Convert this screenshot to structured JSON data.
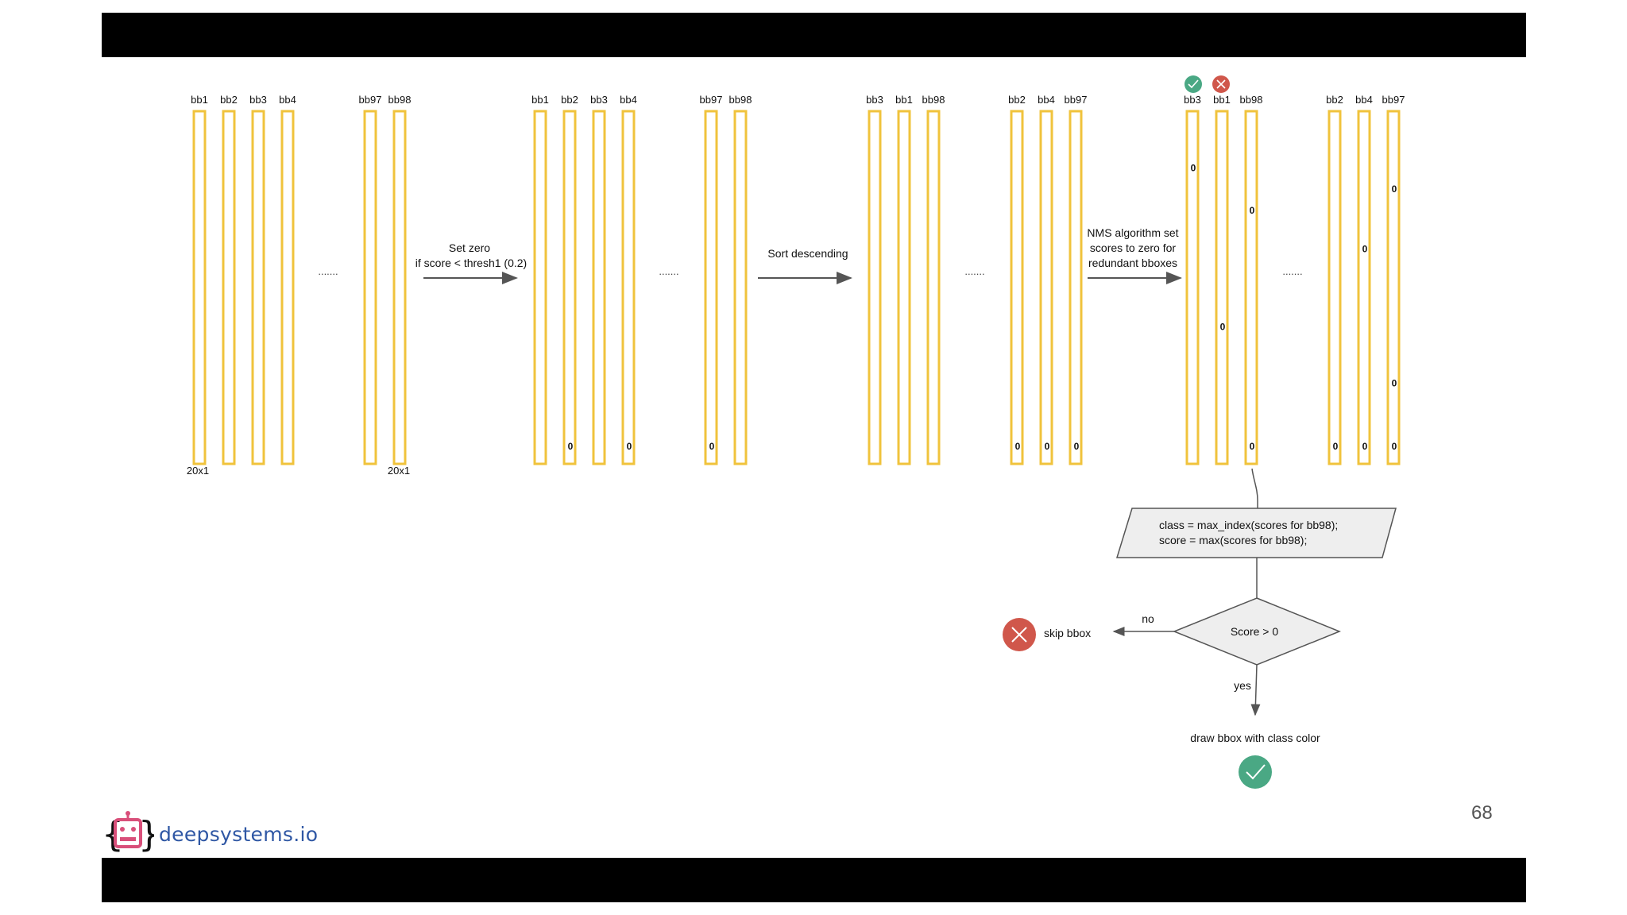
{
  "groups": [
    {
      "labels": [
        "bb1",
        "bb2",
        "bb3",
        "bb4",
        "bb97",
        "bb98"
      ],
      "zeros": [
        [],
        [],
        [],
        [],
        [],
        []
      ],
      "dims": [
        "20x1",
        "20x1"
      ]
    },
    {
      "labels": [
        "bb1",
        "bb2",
        "bb3",
        "bb4",
        "bb97",
        "bb98"
      ],
      "zeros": [
        [],
        [
          0.96
        ],
        [],
        [
          0.96
        ],
        [
          0.96
        ],
        []
      ]
    },
    {
      "labels": [
        "bb3",
        "bb1",
        "bb98",
        "bb2",
        "bb4",
        "bb97"
      ],
      "zeros": [
        [],
        [],
        [],
        [
          0.96
        ],
        [
          0.96
        ],
        [
          0.96
        ]
      ]
    },
    {
      "labels": [
        "bb3",
        "bb1",
        "bb98",
        "bb2",
        "bb4",
        "bb97"
      ],
      "zeros": [
        [
          0.17
        ],
        [
          0.62
        ],
        [
          0.29,
          0.96
        ],
        [
          0.96
        ],
        [
          0.4,
          0.96
        ],
        [
          0.23,
          0.78,
          0.96
        ]
      ]
    }
  ],
  "zero_text": "0",
  "ellipsis": ".......",
  "arrows": [
    {
      "line1": "Set zero",
      "line2": "if score < thresh1 (0.2)"
    },
    {
      "line1": "Sort descending",
      "line2": ""
    },
    {
      "line1": "NMS algorithm set",
      "line2": "scores to zero for",
      "line3": "redundant bboxes"
    }
  ],
  "flow": {
    "box_line1": "class = max_index(scores for bb98);",
    "box_line2": "score = max(scores for bb98);",
    "decision": "Score > 0",
    "no_label": "no",
    "yes_label": "yes",
    "skip_label": "skip bbox",
    "draw_label": "draw bbox with class color"
  },
  "colors": {
    "column": "#f0c33c",
    "check": "#4aa884",
    "cross": "#d0574b"
  },
  "brand": {
    "name": "deepsystems.io",
    "icon": "robot-logo-icon"
  },
  "page_number": "68"
}
